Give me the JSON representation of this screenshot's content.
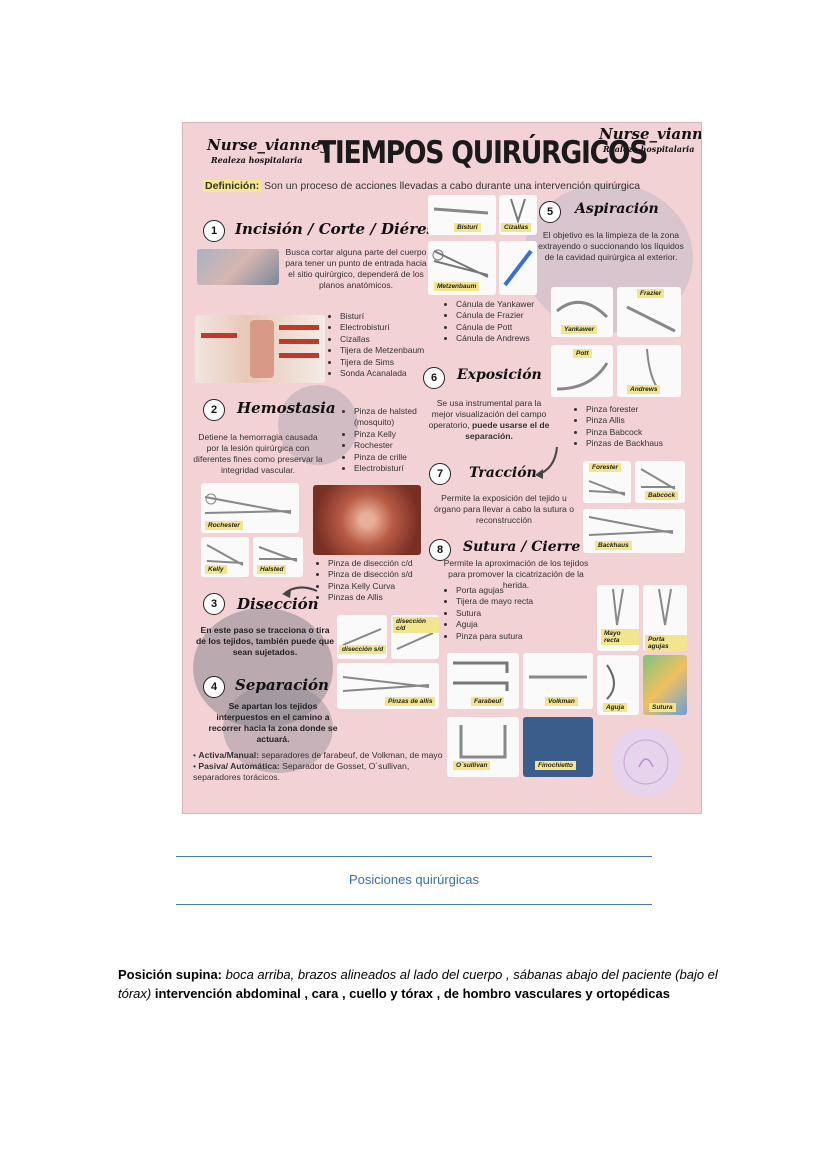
{
  "poster": {
    "brand_left": "Nurse_vianney",
    "brand_left_sub": "Realeza hospitalaria",
    "brand_right": "Nurse_vianney",
    "brand_right_sub": "Realeza hospitalaria",
    "title": "TIEMPOS QUIRÚRGICOS",
    "definition_label": "Definición:",
    "definition_text": " Son un proceso de acciones llevadas a cabo durante una intervención quirúrgica",
    "s1": {
      "num": "1",
      "title": "Incisión / Corte / Diéresis",
      "text": "Busca cortar alguna parte del cuerpo para tener un punto de entrada hacia el sitio quirúrgico, dependerá de los planos anatómicos.",
      "items": [
        "Bisturí",
        "Electrobisturí",
        "Cizallas",
        "Tijera de Metzenbaum",
        "Tijera de Sims",
        "Sonda Acanalada"
      ]
    },
    "s2": {
      "num": "2",
      "title": "Hemostasia",
      "text": "Detiene la hemorragia causada por la lesión quirúrgica con diferentes fines como preservar la integridad vascular.",
      "items": [
        "Pinza de halsted (mosquito)",
        "Pinza Kelly",
        "Rochester",
        "Pinza de crille",
        "Electrobisturí"
      ]
    },
    "s3": {
      "num": "3",
      "title": "Disección",
      "text": "En este paso se tracciona o tira de los tejidos, también puede que sean sujetados.",
      "items": [
        "Pinza de disección c/d",
        "Pinza de disección s/d",
        "Pinza Kelly Curva",
        "Pinzas de Allis"
      ]
    },
    "s4": {
      "num": "4",
      "title": "Separación",
      "text": "Se apartan los tejidos interpuestos en el camino a recorrer hacia la zona donde se actuará.",
      "active_label": "Activa/Manual:",
      "active_text": " separadores de farabeuf, de Volkman, de mayo",
      "passive_label": "Pasiva/ Automática:",
      "passive_text": " Separador de Gosset, O´sullivan, separadores torácicos."
    },
    "s5": {
      "num": "5",
      "title": "Aspiración",
      "text": "El objetivo es la limpieza de la zona extrayendo o succionando los líquidos de la cavidad quirúrgica al exterior.",
      "items": [
        "Cánula de Yankawer",
        "Cánula de Frazier",
        "Cánula de Pott",
        "Cánula de Andrews"
      ]
    },
    "s6": {
      "num": "6",
      "title": "Exposición",
      "text_a": "Se usa instrumental para la mejor visualización del campo operatorio, ",
      "text_b": "puede usarse el de separación.",
      "items": [
        "Pinza forester",
        "Pinza Allis",
        "Pinza Babcock",
        "Pinzas de Backhaus"
      ]
    },
    "s7": {
      "num": "7",
      "title": "Tracción",
      "text": "Permite la exposición del tejido u órgano para llevar a cabo la sutura o reconstrucción"
    },
    "s8": {
      "num": "8",
      "title": "Sutura / Cierre",
      "text": "Permite la aproximación de los tejidos para promover la cicatrización de la herida.",
      "items": [
        "Porta agujas",
        "Tijera de mayo recta",
        "Sutura",
        "Aguja",
        "Pinza para sutura"
      ]
    },
    "tags": {
      "bisturi": "Bisturí",
      "cizallas": "Cizallas",
      "metzenbaum": "Metzenbaum",
      "frazier": "Frazier",
      "yankawer": "Yankawer",
      "pott": "Pott",
      "andrews": "Andrews",
      "forester": "Forester",
      "babcock": "Babcock",
      "backhaus": "Backhaus",
      "rochester": "Rochester",
      "kelly": "Kelly",
      "halsted": "Halsted",
      "diseccion_cd": "disección c/d",
      "diseccion_sd": "disección s/d",
      "allis": "Pinzas de allis",
      "farabeuf": "Farabeuf",
      "volkman": "Volkman",
      "osullivan": "O´sullivan",
      "finochietto": "Finochietto",
      "mayo": "Mayo recta",
      "porta": "Porta agujas",
      "aguja": "Aguja",
      "sutura": "Sutura"
    }
  },
  "caption": "Posiciones quirúrgicas",
  "paragraph": {
    "label": "Posición supina:",
    "italic": " boca arriba, brazos alineados al lado del cuerpo , sábanas abajo del paciente (bajo el tórax)",
    "bold": " intervención abdominal , cara , cuello y tórax , de hombro vasculares y ortopédicas"
  },
  "colors": {
    "poster_bg": "#f3d2d6",
    "tag_bg": "#f3e58d",
    "caption": "#3a6fb0"
  }
}
